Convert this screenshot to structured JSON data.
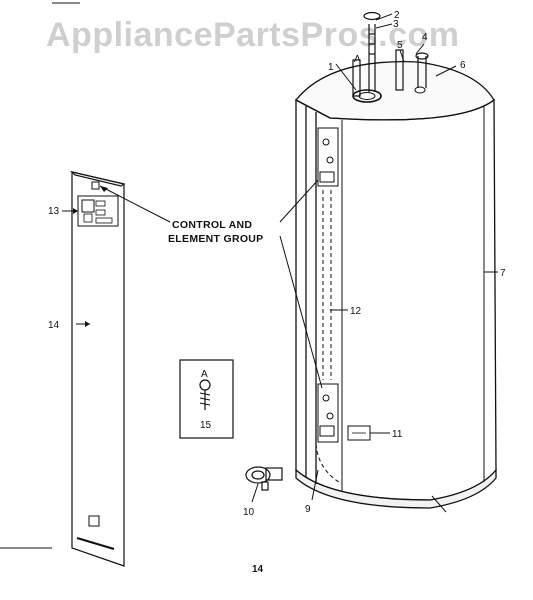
{
  "watermark": "AppliancePartsPros.com",
  "group_label": {
    "line1": "CONTROL AND",
    "line2": "ELEMENT GROUP"
  },
  "callouts": {
    "c1": "1",
    "c2": "2",
    "c3": "3",
    "c4": "4",
    "c5": "5",
    "c6": "6",
    "c7": "7",
    "c9": "9",
    "c10": "10",
    "c11": "11",
    "c12": "12",
    "c13": "13",
    "c14": "14",
    "inset_a": "A",
    "inset_15": "15",
    "tank_a": "A"
  },
  "page_number": "14"
}
